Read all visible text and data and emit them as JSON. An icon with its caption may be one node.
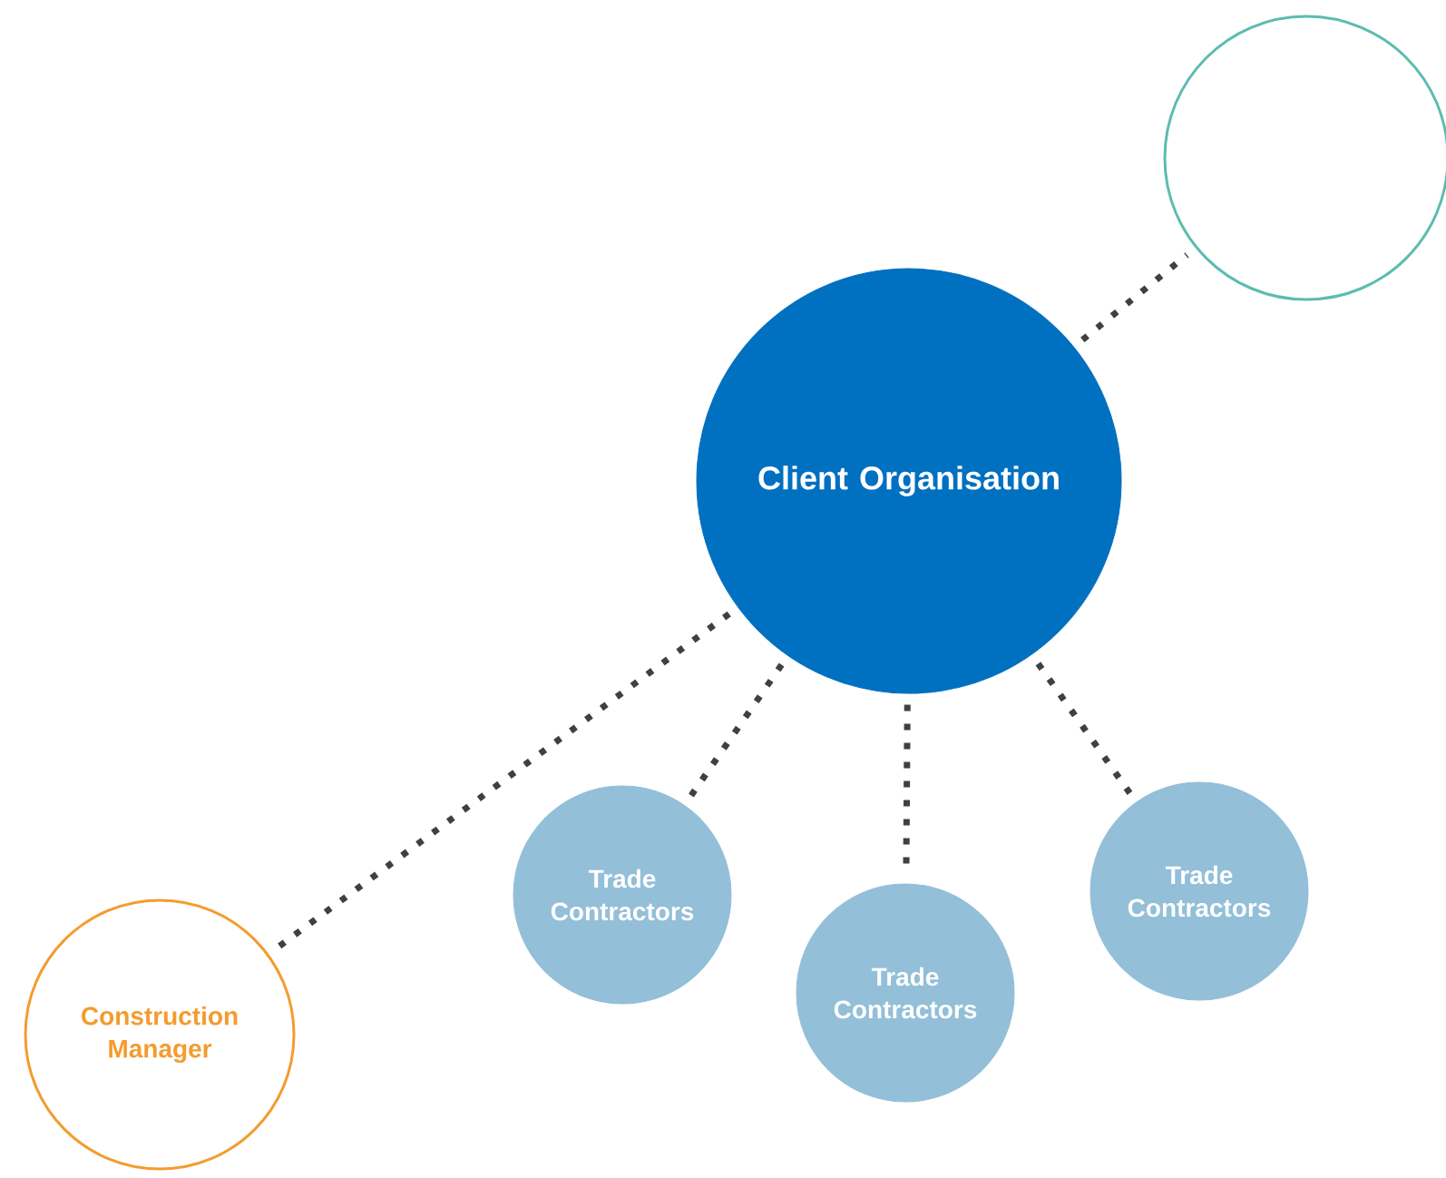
{
  "diagram": {
    "nodes": [
      {
        "text": [],
        "shape": "circle"
      },
      {
        "text": [
          "Client Organisation"
        ]
      },
      {
        "text": [
          "Construction Manager"
        ]
      },
      {
        "text": [
          "Trade Contractors"
        ]
      },
      {
        "text": [
          "Trade Contractors"
        ]
      },
      {
        "text": [
          "Trade Contractors"
        ]
      }
    ],
    "edges": [
      {
        "from": 1,
        "to": 0,
        "arrow": "none"
      },
      {
        "from": 1,
        "to": 2,
        "arrow": "none"
      },
      {
        "from": 1,
        "to": 3,
        "arrow": "none"
      },
      {
        "from": 1,
        "to": 4,
        "arrow": "none"
      },
      {
        "from": 1,
        "to": 5,
        "arrow": "none"
      }
    ]
  }
}
